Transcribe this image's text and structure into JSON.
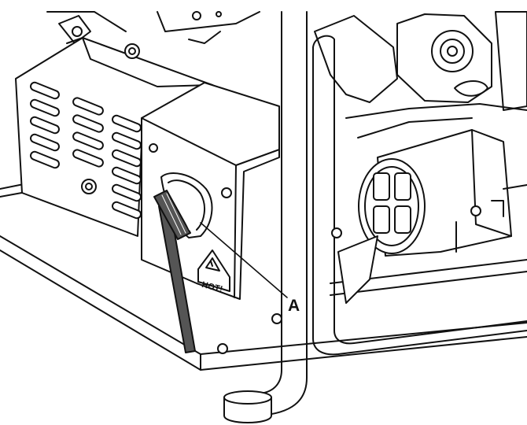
{
  "illustration": {
    "subject": "generator-muffler-spark-arrester-cleaning",
    "callout_letter": "A",
    "warning_label_text": "HOT!",
    "line_color": "#111111",
    "fill_color": "#ffffff",
    "brush_color": "#555555"
  }
}
